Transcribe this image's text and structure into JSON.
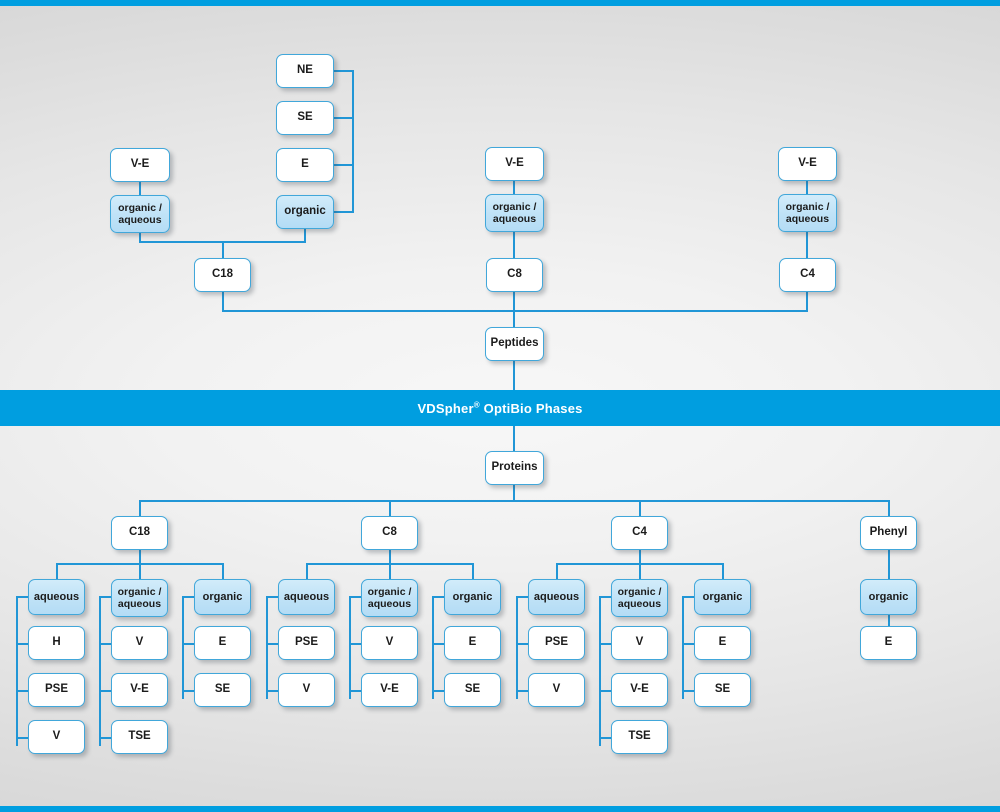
{
  "meta": {
    "title": "VDSpher OptiBio Phases selection chart",
    "accent_blue": "#009ee0",
    "line_blue": "#2196d6",
    "node_fill_blue": "#bfe2f7",
    "node_border": "#41a7da",
    "background": "#efefef"
  },
  "banner": {
    "text_before": "VDSpher",
    "registered": "®",
    "text_after": " OptiBio Phases"
  },
  "peptides": {
    "root_label": "Peptides",
    "columns": [
      {
        "phase": "C18",
        "groups": [
          {
            "label": "organic /\naqueous",
            "filled": true,
            "parent": "V-E",
            "children": []
          },
          {
            "label": "organic",
            "filled": true,
            "parent": null,
            "children": [
              "NE",
              "SE",
              "E"
            ]
          }
        ]
      },
      {
        "phase": "C8",
        "groups": [
          {
            "label": "organic /\naqueous",
            "filled": true,
            "parent": "V-E",
            "children": []
          }
        ]
      },
      {
        "phase": "C4",
        "groups": [
          {
            "label": "organic /\naqueous",
            "filled": true,
            "parent": "V-E",
            "children": []
          }
        ]
      }
    ],
    "nodes": {
      "c18_ve": "V-E",
      "c18_orgaq": "organic /\naqueous",
      "c18_ne": "NE",
      "c18_se": "SE",
      "c18_e": "E",
      "c18_organic": "organic",
      "c18": "C18",
      "c8_ve": "V-E",
      "c8_orgaq": "organic /\naqueous",
      "c8": "C8",
      "c4_ve": "V-E",
      "c4_orgaq": "organic /\naqueous",
      "c4": "C4"
    }
  },
  "proteins": {
    "root_label": "Proteins",
    "branches": [
      {
        "phase": "C18",
        "groups": [
          {
            "label": "aqueous",
            "filled": true,
            "items": [
              "H",
              "PSE",
              "V"
            ]
          },
          {
            "label": "organic /\naqueous",
            "filled": true,
            "items": [
              "V",
              "V-E",
              "TSE"
            ]
          },
          {
            "label": "organic",
            "filled": true,
            "items": [
              "E",
              "SE"
            ]
          }
        ]
      },
      {
        "phase": "C8",
        "groups": [
          {
            "label": "aqueous",
            "filled": true,
            "items": [
              "PSE",
              "V"
            ]
          },
          {
            "label": "organic /\naqueous",
            "filled": true,
            "items": [
              "V",
              "V-E"
            ]
          },
          {
            "label": "organic",
            "filled": true,
            "items": [
              "E",
              "SE"
            ]
          }
        ]
      },
      {
        "phase": "C4",
        "groups": [
          {
            "label": "aqueous",
            "filled": true,
            "items": [
              "PSE",
              "V"
            ]
          },
          {
            "label": "organic /\naqueous",
            "filled": true,
            "items": [
              "V",
              "V-E",
              "TSE"
            ]
          },
          {
            "label": "organic",
            "filled": true,
            "items": [
              "E",
              "SE"
            ]
          }
        ]
      },
      {
        "phase": "Phenyl",
        "groups": [
          {
            "label": "organic",
            "filled": true,
            "items": [
              "E"
            ]
          }
        ]
      }
    ],
    "nodes": {
      "c18": "C18",
      "c18_aq": "aqueous",
      "c18_aq_1": "H",
      "c18_aq_2": "PSE",
      "c18_aq_3": "V",
      "c18_oa": "organic /\naqueous",
      "c18_oa_1": "V",
      "c18_oa_2": "V-E",
      "c18_oa_3": "TSE",
      "c18_o": "organic",
      "c18_o_1": "E",
      "c18_o_2": "SE",
      "c8": "C8",
      "c8_aq": "aqueous",
      "c8_aq_1": "PSE",
      "c8_aq_2": "V",
      "c8_oa": "organic /\naqueous",
      "c8_oa_1": "V",
      "c8_oa_2": "V-E",
      "c8_o": "organic",
      "c8_o_1": "E",
      "c8_o_2": "SE",
      "c4": "C4",
      "c4_aq": "aqueous",
      "c4_aq_1": "PSE",
      "c4_aq_2": "V",
      "c4_oa": "organic /\naqueous",
      "c4_oa_1": "V",
      "c4_oa_2": "V-E",
      "c4_oa_3": "TSE",
      "c4_o": "organic",
      "c4_o_1": "E",
      "c4_o_2": "SE",
      "phenyl": "Phenyl",
      "phenyl_o": "organic",
      "phenyl_o_1": "E"
    }
  }
}
